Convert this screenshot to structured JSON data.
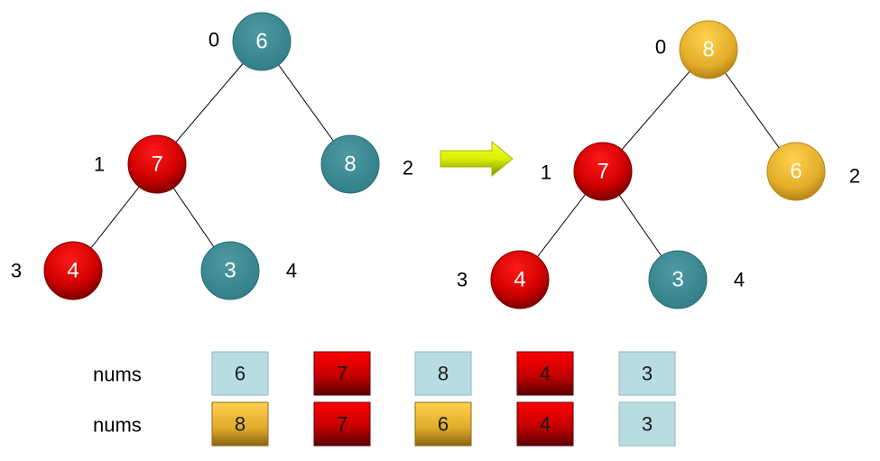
{
  "colors": {
    "red": "#c00000",
    "teal": "#3f8a94",
    "gold": "#e6b12e",
    "light": "#b7dde3"
  },
  "trees": [
    {
      "nodes": [
        {
          "index": "0",
          "value": "6",
          "color": "teal"
        },
        {
          "index": "1",
          "value": "7",
          "color": "red"
        },
        {
          "index": "2",
          "value": "8",
          "color": "teal"
        },
        {
          "index": "3",
          "value": "4",
          "color": "red"
        },
        {
          "index": "4",
          "value": "3",
          "color": "teal"
        }
      ]
    },
    {
      "nodes": [
        {
          "index": "0",
          "value": "8",
          "color": "gold"
        },
        {
          "index": "1",
          "value": "7",
          "color": "red"
        },
        {
          "index": "2",
          "value": "6",
          "color": "gold"
        },
        {
          "index": "3",
          "value": "4",
          "color": "red"
        },
        {
          "index": "4",
          "value": "3",
          "color": "teal"
        }
      ]
    }
  ],
  "arrays": [
    {
      "label": "nums",
      "cells": [
        {
          "value": "6",
          "color": "light"
        },
        {
          "value": "7",
          "color": "red"
        },
        {
          "value": "8",
          "color": "light"
        },
        {
          "value": "4",
          "color": "red"
        },
        {
          "value": "3",
          "color": "light"
        }
      ]
    },
    {
      "label": "nums",
      "cells": [
        {
          "value": "8",
          "color": "gold"
        },
        {
          "value": "7",
          "color": "red"
        },
        {
          "value": "6",
          "color": "gold"
        },
        {
          "value": "4",
          "color": "red"
        },
        {
          "value": "3",
          "color": "light"
        }
      ]
    }
  ]
}
